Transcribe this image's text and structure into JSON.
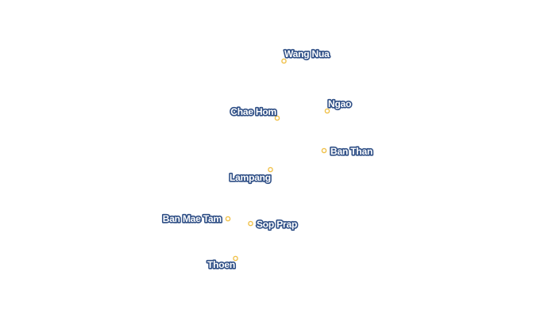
{
  "map": {
    "colors": {
      "background": "#ffffff",
      "marker_stroke": "#f0c14a",
      "marker_fill": "#ffffff",
      "label_fill": "#ffffff",
      "label_halo": "#2f4f86"
    },
    "places": [
      {
        "id": "wang-nua",
        "name": "Wang Nua"
      },
      {
        "id": "ngao",
        "name": "Ngao"
      },
      {
        "id": "chae-hom",
        "name": "Chae Hom"
      },
      {
        "id": "ban-than",
        "name": "Ban Than"
      },
      {
        "id": "lampang",
        "name": "Lampang"
      },
      {
        "id": "ban-mae-tam",
        "name": "Ban Mae Tam"
      },
      {
        "id": "sop-prap",
        "name": "Sop Prap"
      },
      {
        "id": "thoen",
        "name": "Thoen"
      }
    ]
  }
}
